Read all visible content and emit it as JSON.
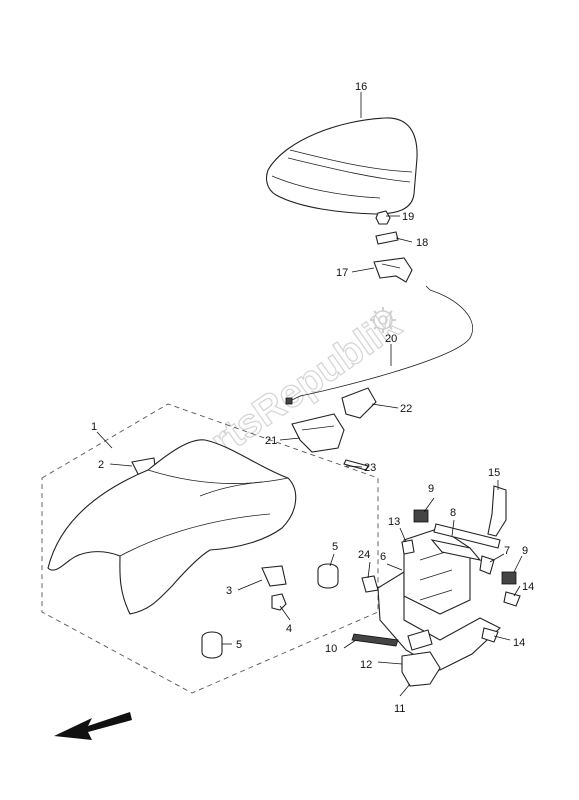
{
  "watermark": "PartsRepublik",
  "callouts": {
    "c1": "1",
    "c2": "2",
    "c3": "3",
    "c4": "4",
    "c5a": "5",
    "c5b": "5",
    "c6": "6",
    "c7": "7",
    "c8": "8",
    "c9a": "9",
    "c9b": "9",
    "c10": "10",
    "c11": "11",
    "c12": "12",
    "c13": "13",
    "c14a": "14",
    "c14b": "14",
    "c15": "15",
    "c16": "16",
    "c17": "17",
    "c18": "18",
    "c19": "19",
    "c20": "20",
    "c21": "21",
    "c22": "22",
    "c23": "23",
    "c24": "24"
  },
  "icons": {
    "direction": "front-direction-arrow-icon",
    "watermark_gear": "gear-icon"
  }
}
